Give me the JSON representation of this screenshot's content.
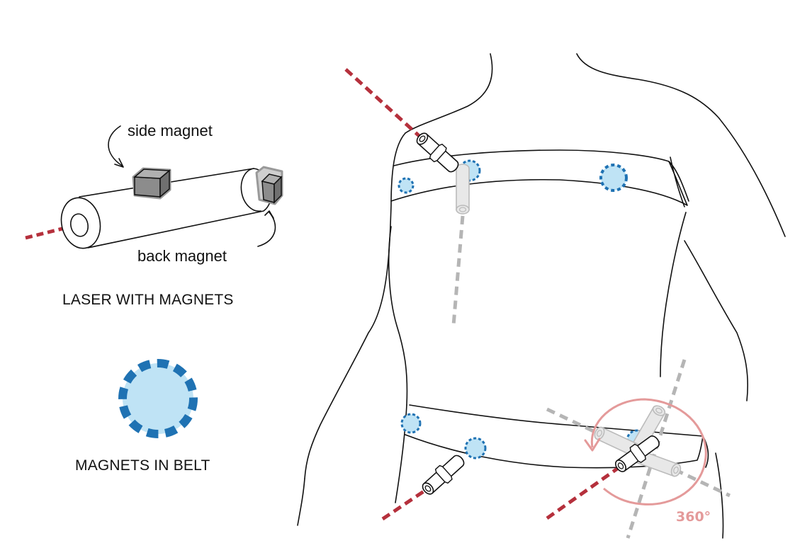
{
  "labels": {
    "side_magnet": "side magnet",
    "back_magnet": "back magnet",
    "laser_caption": "LASER WITH MAGNETS",
    "magnets_caption": "MAGNETS IN BELT",
    "rotation": "360°"
  },
  "colors": {
    "laser_beam": "#b5303c",
    "guide_line": "#b5b5b5",
    "magnet_fill": "#bfe3f5",
    "magnet_dash": "#1f72b3",
    "cube_fill": "#8c8c8c",
    "rotation_arc": "#e49a9a",
    "outline": "#111111"
  },
  "icons": {
    "laser": "laser-cylinder-icon",
    "magnet": "belt-magnet-icon"
  }
}
